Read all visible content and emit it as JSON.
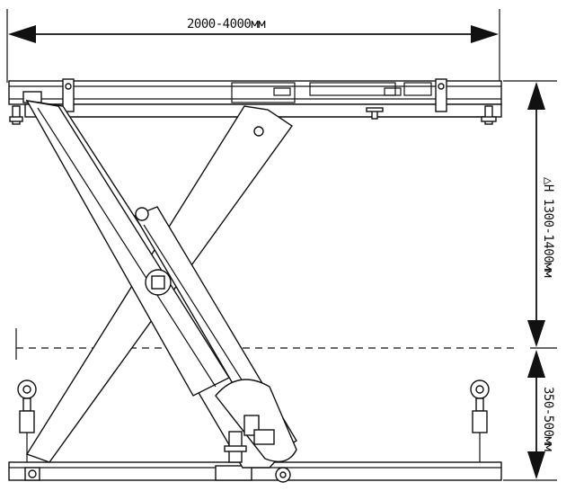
{
  "dimensions": {
    "width_label": "2000-4000мм",
    "height_label": "△H 1300-1400мм",
    "base_label": "350-500мм"
  },
  "colors": {
    "line": "#111111",
    "background": "#ffffff"
  }
}
